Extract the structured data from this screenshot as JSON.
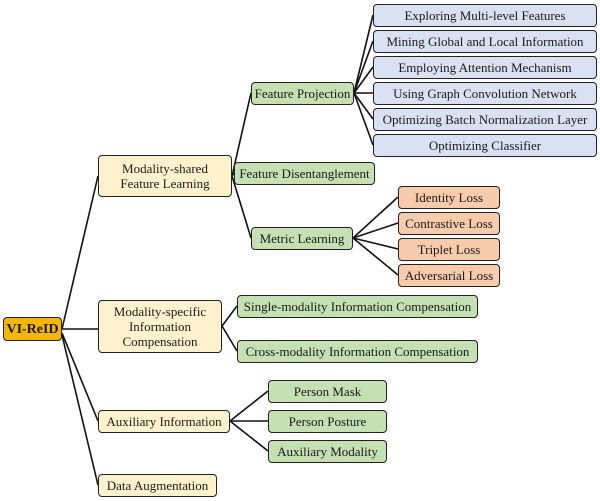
{
  "colors": {
    "root": "#F5B700",
    "level1": "#FFF2CC",
    "level2": "#C5E0B3",
    "level3_blue": "#D9E1F2",
    "level3_orange": "#F8CBAD",
    "edge": "#111111"
  },
  "tree": {
    "root": "VI-ReID",
    "level1": [
      "Modality-shared Feature Learning",
      "Modality-specific Information Compensation",
      "Auxiliary Information",
      "Data Augmentation"
    ],
    "modality_shared": {
      "children": [
        "Feature Projection",
        "Feature Disentanglement",
        "Metric Learning"
      ],
      "feature_projection": [
        "Exploring Multi-level Features",
        "Mining Global and Local Information",
        "Employing Attention Mechanism",
        "Using Graph Convolution Network",
        "Optimizing Batch Normalization Layer",
        "Optimizing Classifier"
      ],
      "metric_learning": [
        "Identity Loss",
        "Contrastive Loss",
        "Triplet Loss",
        "Adversarial Loss"
      ]
    },
    "modality_specific": {
      "children": [
        "Single-modality Information Compensation",
        "Cross-modality Information Compensation"
      ]
    },
    "auxiliary": {
      "children": [
        "Person Mask",
        "Person Posture",
        "Auxiliary Modality"
      ]
    }
  }
}
